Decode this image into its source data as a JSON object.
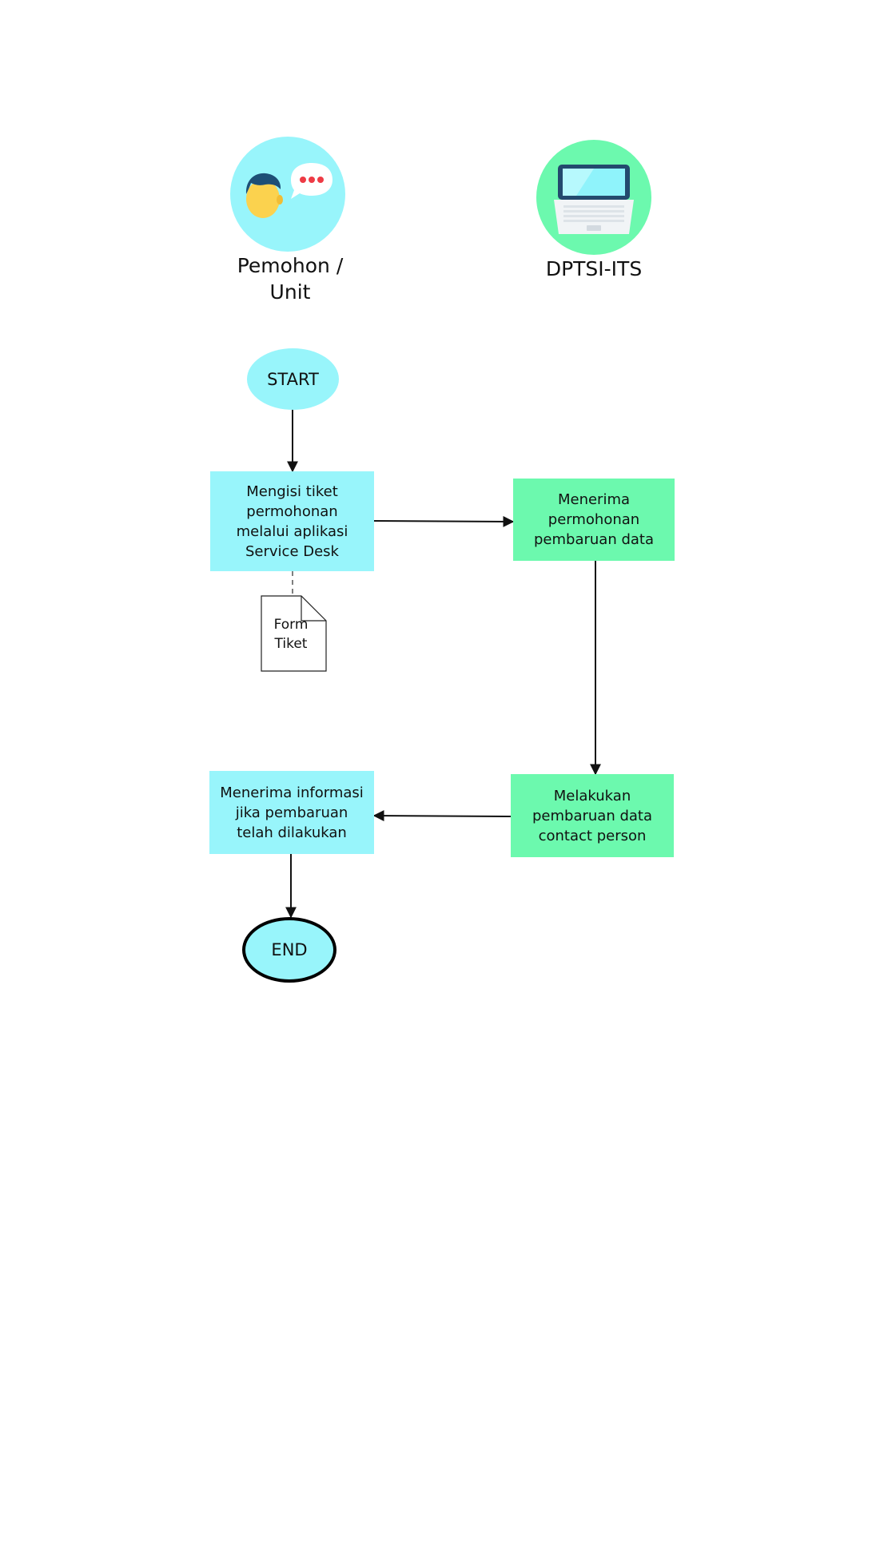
{
  "actors": {
    "requester": {
      "label": "Pemohon / Unit",
      "icon": "person-speech-icon"
    },
    "provider": {
      "label": "DPTSI-ITS",
      "icon": "laptop-icon"
    }
  },
  "nodes": {
    "start": "START",
    "fill_ticket": "Mengisi tiket permohonan melalui aplikasi Service Desk",
    "form_ticket": "Form Tiket",
    "receive_request": "Menerima permohonan pembaruan data",
    "update_contact": "Melakukan pembaruan data contact person",
    "receive_info": "Menerima informasi jika pembaruan telah dilakukan",
    "end": "END"
  },
  "colors": {
    "requester": "#98f5fb",
    "provider": "#6cf9ae",
    "connector": "#111111"
  }
}
